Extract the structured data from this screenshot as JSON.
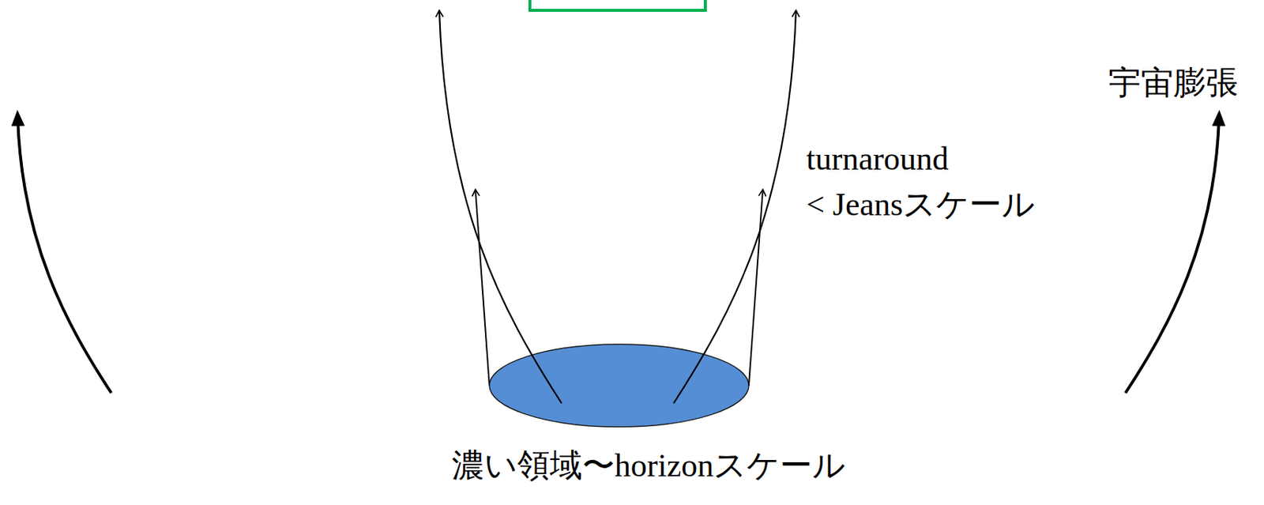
{
  "diagram": {
    "nodes": [
      {
        "text": [
          "濃い領域〜horizonスケール"
        ]
      },
      {
        "text": [
          "turnaround < Jeansスケール"
        ]
      }
    ],
    "labels": [
      "宇宙膨張"
    ]
  }
}
